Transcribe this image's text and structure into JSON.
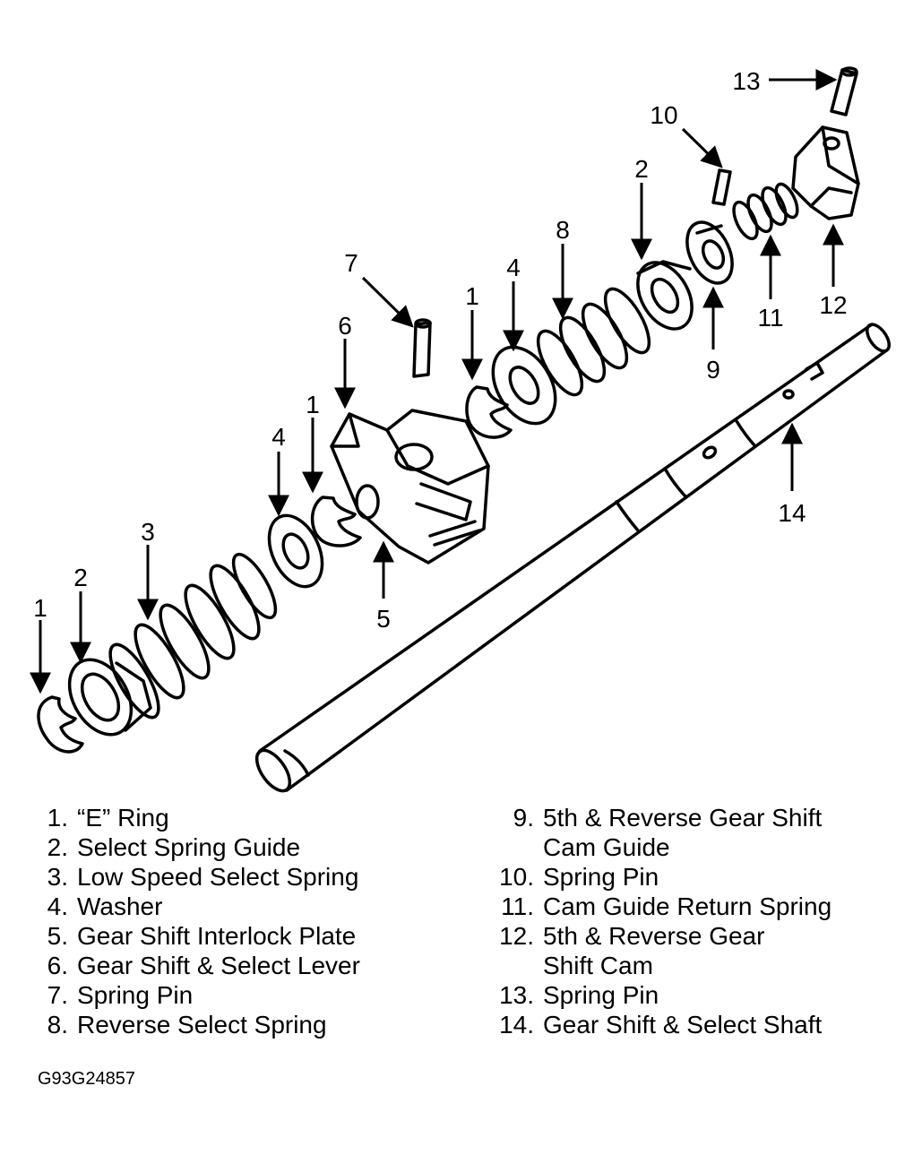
{
  "callouts": {
    "c1a": "1",
    "c2a": "2",
    "c3": "3",
    "c4a": "4",
    "c1b": "1",
    "c6": "6",
    "c5": "5",
    "c7": "7",
    "c1c": "1",
    "c4b": "4",
    "c8": "8",
    "c2b": "2",
    "c10": "10",
    "c13": "13",
    "c9": "9",
    "c11": "11",
    "c12": "12",
    "c14": "14"
  },
  "legend_left": [
    {
      "num": "1.",
      "label": "“E” Ring"
    },
    {
      "num": "2.",
      "label": "Select Spring Guide"
    },
    {
      "num": "3.",
      "label": "Low Speed Select Spring"
    },
    {
      "num": "4.",
      "label": "Washer"
    },
    {
      "num": "5.",
      "label": "Gear Shift Interlock Plate"
    },
    {
      "num": "6.",
      "label": "Gear Shift & Select Lever"
    },
    {
      "num": "7.",
      "label": "Spring Pin"
    },
    {
      "num": "8.",
      "label": "Reverse Select Spring"
    }
  ],
  "legend_right": [
    {
      "num": "9.",
      "label": "5th & Reverse Gear Shift"
    },
    {
      "num": "",
      "label": "Cam Guide"
    },
    {
      "num": "10.",
      "label": "Spring Pin"
    },
    {
      "num": "11.",
      "label": "Cam Guide Return Spring"
    },
    {
      "num": "12.",
      "label": "5th & Reverse Gear"
    },
    {
      "num": "",
      "label": "Shift Cam"
    },
    {
      "num": "13.",
      "label": "Spring Pin"
    },
    {
      "num": "14.",
      "label": "Gear Shift & Select Shaft"
    }
  ],
  "figure_code": "G93G24857"
}
